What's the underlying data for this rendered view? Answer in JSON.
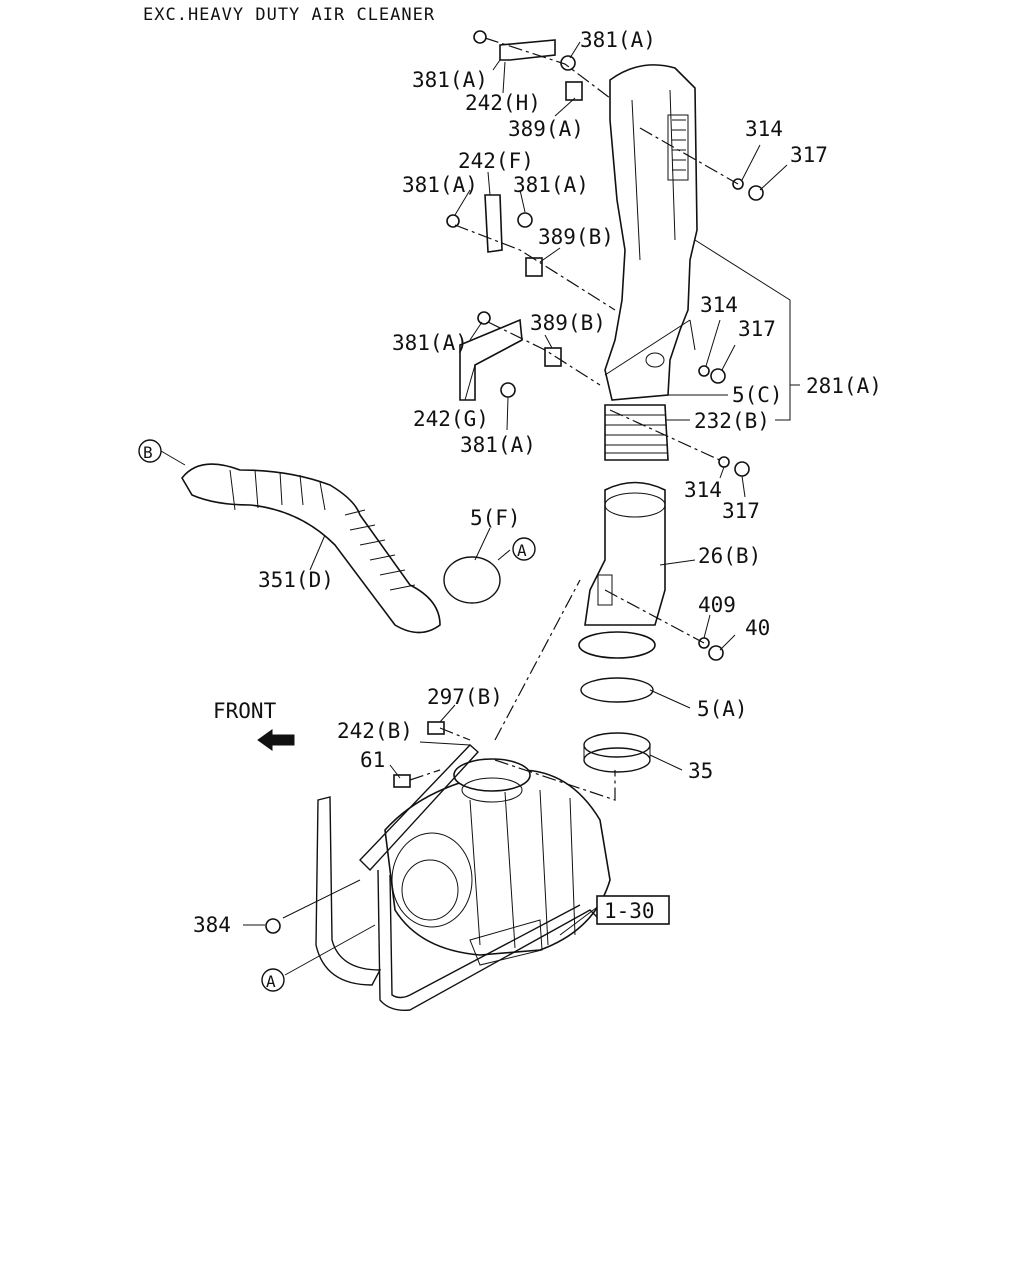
{
  "title": "EXC.HEAVY DUTY AIR CLEANER",
  "front_label": "FRONT",
  "ref_box": "1-30",
  "callouts": {
    "circle_b": "B",
    "circle_a_clamp": "A",
    "circle_a_frame": "A"
  },
  "labels": {
    "p381a_1": "381(A)",
    "p381a_2": "381(A)",
    "p242h": "242(H)",
    "p389a": "389(A)",
    "p314_1": "314",
    "p317_1": "317",
    "p242f": "242(F)",
    "p381a_3": "381(A)",
    "p381a_4": "381(A)",
    "p389b_1": "389(B)",
    "p314_2": "314",
    "p317_2": "317",
    "p381a_5": "381(A)",
    "p389b_2": "389(B)",
    "p5c": "5(C)",
    "p281a": "281(A)",
    "p242g": "242(G)",
    "p232b": "232(B)",
    "p381a_6": "381(A)",
    "p314_3": "314",
    "p317_3": "317",
    "p5f": "5(F)",
    "p26b": "26(B)",
    "p351d": "351(D)",
    "p409": "409",
    "p40": "40",
    "p297b": "297(B)",
    "p5a": "5(A)",
    "p242b": "242(B)",
    "p61": "61",
    "p35": "35",
    "p384": "384"
  }
}
